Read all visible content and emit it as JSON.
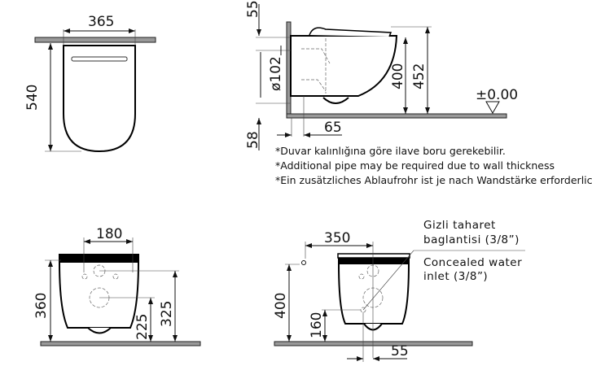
{
  "top_view": {
    "width": "365",
    "depth": "540"
  },
  "side_view": {
    "dim_top": "55",
    "dim_pipe": "ø102",
    "dim_height_bowl": "400",
    "dim_height_total": "452",
    "dim_floor": "58",
    "dim_pipe_offset": "65",
    "level": "±0.00"
  },
  "notes": [
    "*Duvar kalınlığına göre ilave boru gerekebilir.",
    "*Additional pipe may be required due to wall thickness",
    "*Ein zusätzliches Ablaufrohr ist je nach Wandstärke erforderlich"
  ],
  "rear_view": {
    "bolt_spacing": "180",
    "height_top": "360",
    "height_inlet": "225",
    "height_outlet": "325"
  },
  "front_view": {
    "offset": "350",
    "height_inlet": "400",
    "height_bolt": "160",
    "bolt_offset": "55",
    "label_tr_1": "Gizli taharet",
    "label_tr_2": "baglantisi (3/8”)",
    "label_en_1": "Concealed water",
    "label_en_2": "inlet (3/8”)"
  }
}
